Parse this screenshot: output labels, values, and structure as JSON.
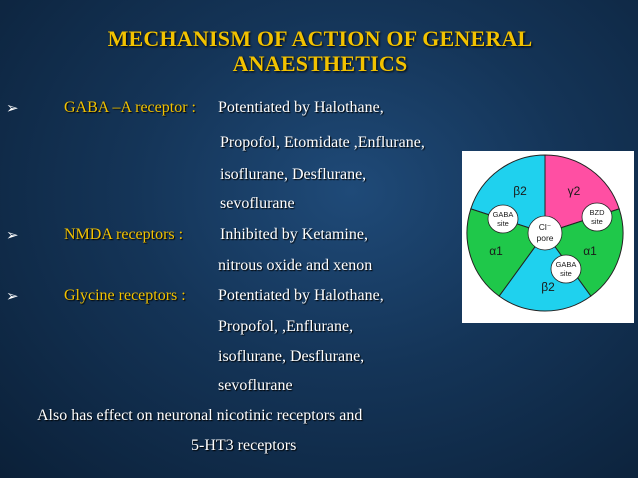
{
  "title": {
    "line1": "MECHANISM OF ACTION OF GENERAL",
    "line2": "ANAESTHETICS"
  },
  "bullets": {
    "icon": "arrowhead-bullet-icon",
    "gaba": {
      "label": "GABA –A receptor :",
      "lines": [
        "Potentiated by Halothane,",
        "Propofol, Etomidate ,Enflurane,",
        "isoflurane, Desflurane,",
        "sevoflurane"
      ]
    },
    "nmda": {
      "label": "NMDA receptors :",
      "lines": [
        "Inhibited by Ketamine,",
        "nitrous oxide and xenon"
      ]
    },
    "glycine": {
      "label": "Glycine receptors :",
      "lines": [
        "Potentiated by Halothane,",
        "Propofol, ,Enflurane,",
        "isoflurane, Desflurane,",
        "sevoflurane"
      ]
    }
  },
  "footer": {
    "line1": "Also has effect on  neuronal nicotinic receptors and",
    "line2": "5-HT3 receptors"
  },
  "diagram": {
    "subunits": {
      "beta2_top": "β2",
      "gamma2": "γ2",
      "alpha1_left": "α1",
      "alpha1_right": "α1",
      "beta2_bottom": "β2"
    },
    "sites": {
      "gaba_left": [
        "GABA",
        "site"
      ],
      "bzd": [
        "BZD",
        "site"
      ],
      "gaba_bottom": [
        "GABA",
        "site"
      ]
    },
    "pore": [
      "Cl⁻",
      "pore"
    ],
    "colors": {
      "beta2_top": "#1fd1ee",
      "gamma2": "#ff4fa3",
      "alpha1_right": "#1fc84a",
      "beta2_bottom": "#1fd1ee",
      "alpha1_left": "#1fc84a",
      "site_fill": "#ffffff",
      "label_text": "#1a1a1a"
    }
  }
}
